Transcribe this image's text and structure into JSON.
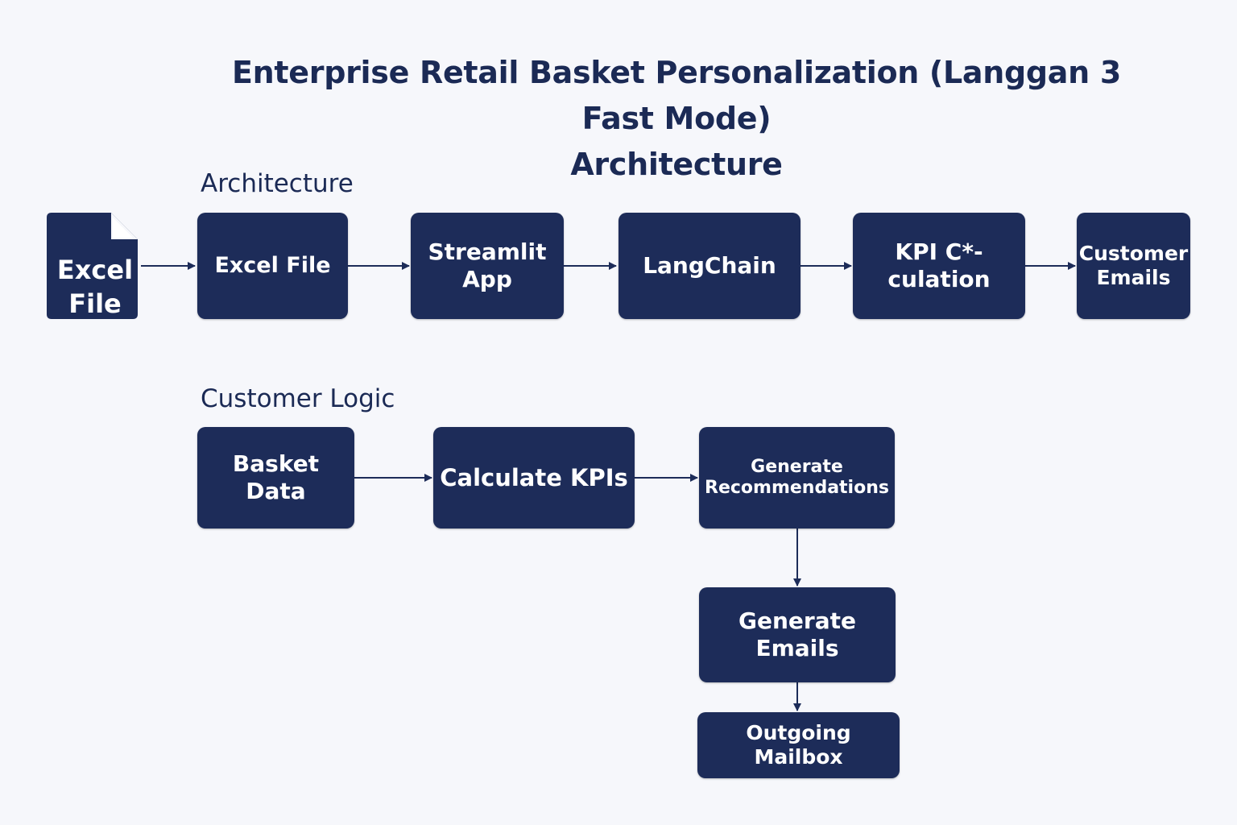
{
  "title": {
    "line1": "Enterprise Retail Basket Personalization (Langgan 3 Fast Mode)",
    "line2": "Architecture"
  },
  "sections": {
    "architecture": "Architecture",
    "customer_logic": "Customer Logic"
  },
  "architecture_flow": {
    "document_icon": {
      "icon": "document-icon",
      "label": "Excel\nFile"
    },
    "nodes": [
      "Excel File",
      "Streamlit\nApp",
      "LangChain",
      "KPI C*-\nculation",
      "Customer\nEmails"
    ]
  },
  "customer_logic_flow": {
    "nodes": [
      "Basket\nData",
      "Calculate KPIs",
      "Generate\nRecommendations",
      "Generate\nEmails",
      "Outgoing Mailbox"
    ]
  },
  "colors": {
    "background": "#f6f7fb",
    "node_fill": "#1d2c59",
    "node_text": "#ffffff",
    "arrow": "#1d2c59",
    "heading": "#1b2a55"
  }
}
